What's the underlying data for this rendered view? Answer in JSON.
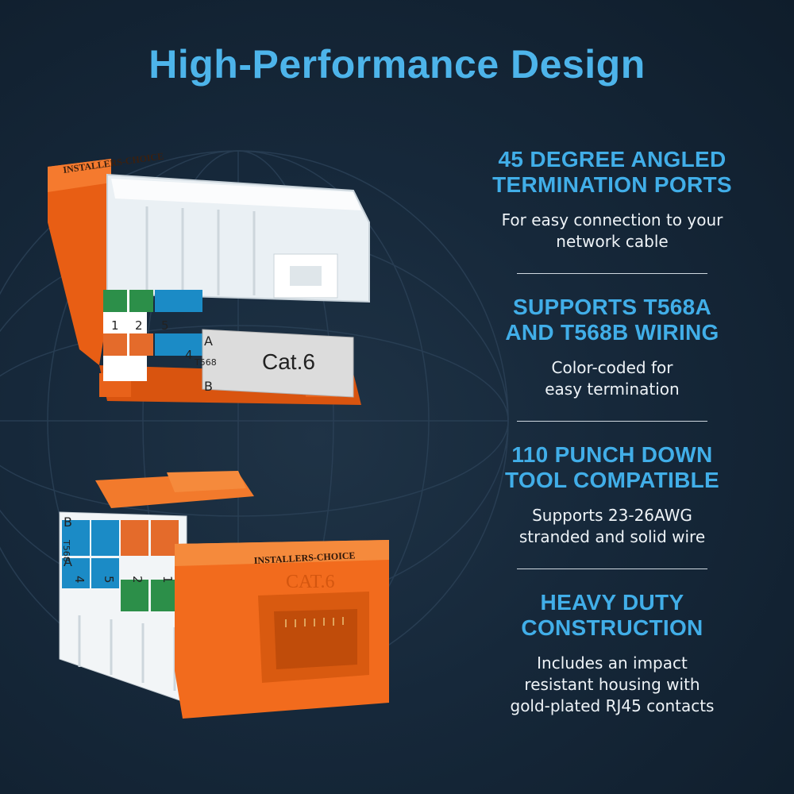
{
  "title": "High-Performance Design",
  "features": [
    {
      "heading_lines": [
        "45 DEGREE ANGLED",
        "TERMINATION PORTS"
      ],
      "desc_lines": [
        "For easy connection to your",
        "network cable"
      ]
    },
    {
      "heading_lines": [
        "SUPPORTS T568A",
        "AND T568B WIRING"
      ],
      "desc_lines": [
        "Color-coded for",
        "easy termination"
      ]
    },
    {
      "heading_lines": [
        "110 PUNCH DOWN",
        "TOOL COMPATIBLE"
      ],
      "desc_lines": [
        "Supports 23-26AWG",
        "stranded and solid wire"
      ]
    },
    {
      "heading_lines": [
        "HEAVY DUTY",
        "CONSTRUCTION"
      ],
      "desc_lines": [
        "Includes an impact",
        "resistant housing with",
        "gold-plated RJ45 contacts"
      ]
    }
  ],
  "product_top": {
    "brand": "INSTALLERS-CHOICE",
    "label": "Cat.6",
    "standard": "T568",
    "variant_a": "A",
    "variant_b": "B",
    "pins": [
      "1",
      "2",
      "5",
      "4"
    ]
  },
  "product_bottom": {
    "brand": "INSTALLERS-CHOICE",
    "embossed": "CAT.6",
    "standard": "T568",
    "variant_a": "A",
    "variant_b": "B",
    "pins": [
      "4",
      "5",
      "2",
      "1"
    ]
  },
  "colors": {
    "heading": "#41aee8",
    "title": "#4db4ea",
    "housing_orange": "#f26b1d",
    "background": "#16283a"
  }
}
